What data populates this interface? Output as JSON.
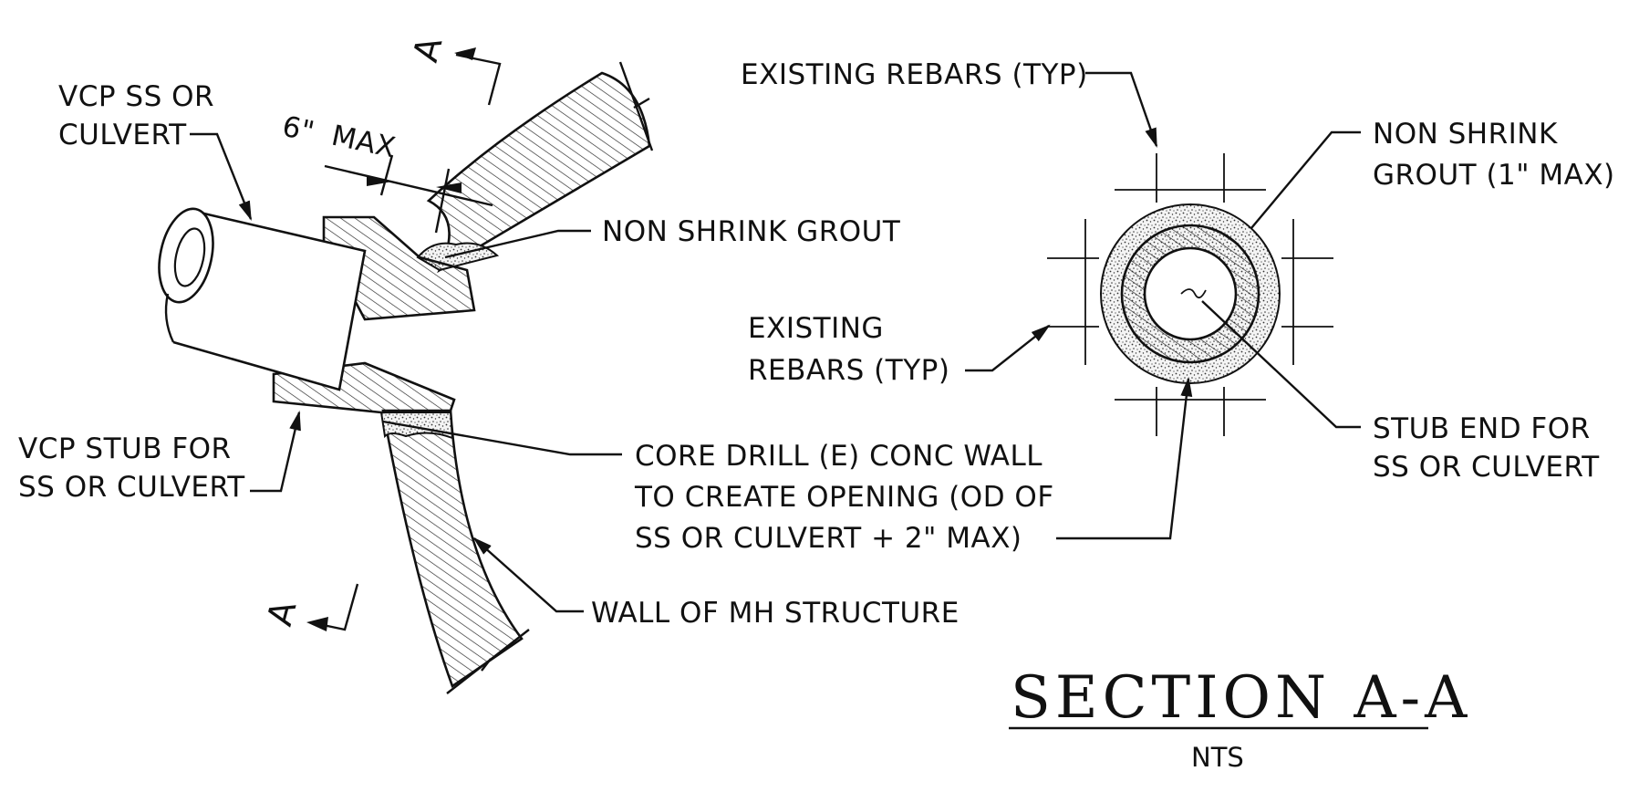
{
  "labels": {
    "vcp_ss_line1": "VCP SS OR",
    "vcp_ss_line2": "CULVERT",
    "dim_6": "6\"",
    "dim_max": "MAX",
    "non_shrink_grout": "NON SHRINK GROUT",
    "vcp_stub_line1": "VCP STUB FOR",
    "vcp_stub_line2": "SS OR CULVERT",
    "core_drill_line1": "CORE DRILL (E) CONC WALL",
    "core_drill_line2": "TO CREATE OPENING (OD OF",
    "core_drill_line3": "SS OR CULVERT + 2\" MAX)",
    "wall_mh": "WALL OF MH STRUCTURE",
    "existing_rebars_top": "EXISTING REBARS (TYP)",
    "existing_rebars_left_line1": "EXISTING",
    "existing_rebars_left_line2": "REBARS (TYP)",
    "non_shrink_line1": "NON SHRINK",
    "non_shrink_line2": "GROUT (1\" MAX)",
    "stub_end_line1": "STUB END FOR",
    "stub_end_line2": "SS OR  CULVERT",
    "section_marker": "A"
  },
  "title": {
    "main": "SECTION A-A",
    "scale": "NTS"
  }
}
